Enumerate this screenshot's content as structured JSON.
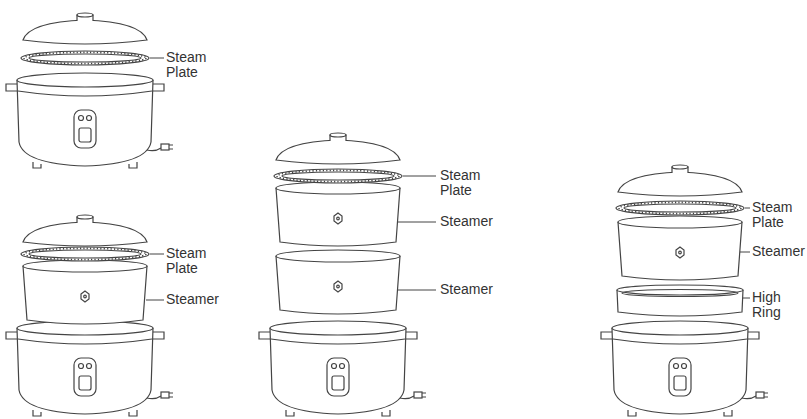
{
  "diagram": {
    "labels": [
      "Steam Plate",
      "Steam Plate",
      "Steamer",
      "Steam Plate",
      "Steamer",
      "Steamer",
      "Steam Plate",
      "Steamer",
      "High Ring"
    ]
  }
}
